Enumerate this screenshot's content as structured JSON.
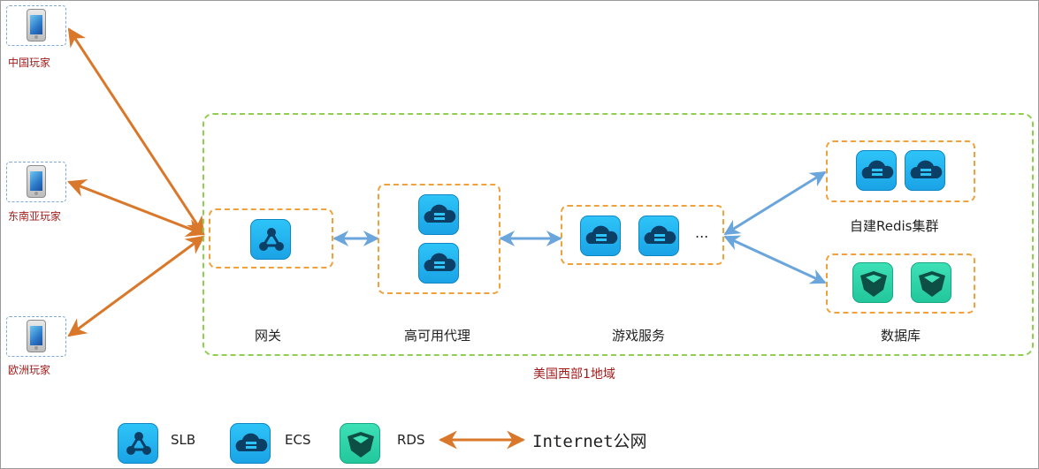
{
  "players": [
    {
      "label": "中国玩家"
    },
    {
      "label": "东南亚玩家"
    },
    {
      "label": "欧洲玩家"
    }
  ],
  "region": {
    "label": "美国西部1地域"
  },
  "nodes": {
    "gateway": "网关",
    "proxy": "高可用代理",
    "game_service": "游戏服务",
    "game_service_more": "...",
    "redis": "自建Redis集群",
    "database": "数据库"
  },
  "legend": {
    "slb": "SLB",
    "ecs": "ECS",
    "rds": "RDS",
    "internet": "Internet公网"
  },
  "colors": {
    "internet_arrow": "#d9782a",
    "internal_arrow": "#6aa5dc",
    "node_border": "#f0a13c",
    "region_border": "#8fcf4f",
    "ecs_slb_icon": "#1aa3e6",
    "rds_icon": "#22c79c"
  },
  "icons": {
    "slb": "slb-icon",
    "ecs": "ecs-icon",
    "rds": "rds-icon",
    "phone": "phone-icon"
  }
}
